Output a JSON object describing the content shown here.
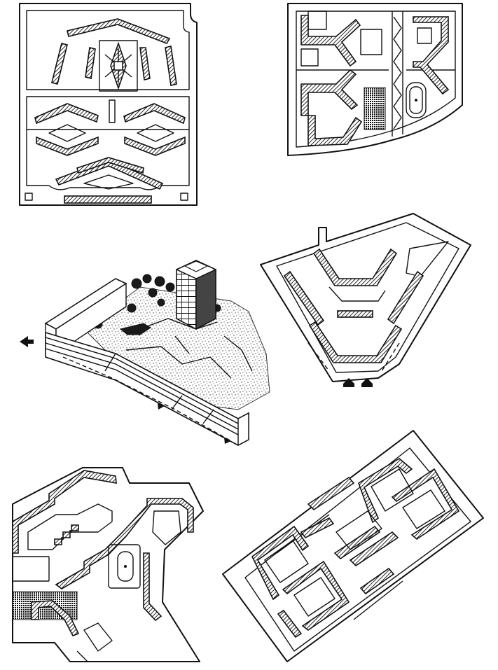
{
  "figure": {
    "panels": [
      {
        "id": "symmetric-block-plan"
      },
      {
        "id": "branching-block-plan"
      },
      {
        "id": "aerial-perspective"
      },
      {
        "id": "v-shaped-block-plan"
      },
      {
        "id": "serpentine-block-plan"
      },
      {
        "id": "diagonal-courtyard-plan"
      }
    ]
  },
  "colors": {
    "ink": "#111111",
    "paper": "#ffffff"
  }
}
